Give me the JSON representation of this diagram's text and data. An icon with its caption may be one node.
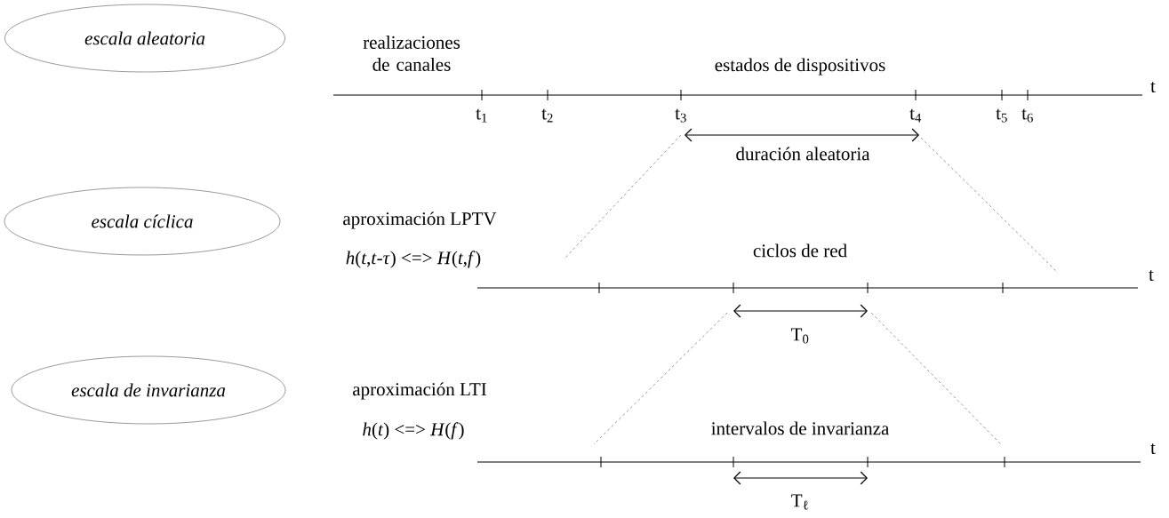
{
  "diagram": {
    "nodes": [
      {
        "text": [
          "escala aleatoria"
        ]
      },
      {
        "text": [
          "escala cíclica"
        ]
      },
      {
        "text": [
          "escala de invarianza"
        ]
      }
    ],
    "labels": [
      "realizaciones de canales",
      "estados de dispositivos",
      "t",
      "t$_{1}$",
      "t$_{2}$",
      "t$_{3}$",
      "t$_{4}$",
      "t$_{5}$",
      "t$_{6}$",
      "duración aleatoria",
      "aproximación LPTV",
      "*h*(*t*,*t*-*τ*) <=> *H*(*t*,*f*)",
      "ciclos de red",
      "t",
      "T$_{0}$",
      "aproximación LTI",
      "*h*(*t*) <=> *H*(*f*)",
      "intervalos de invarianza",
      "t",
      "T$_{ℓ}$"
    ]
  }
}
